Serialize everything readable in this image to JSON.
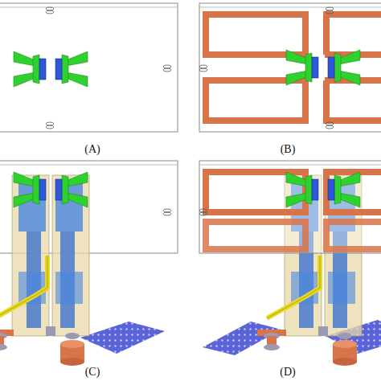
{
  "diagram": {
    "labels": [
      "(A)",
      "(B)",
      "(C)",
      "(D)"
    ]
  }
}
